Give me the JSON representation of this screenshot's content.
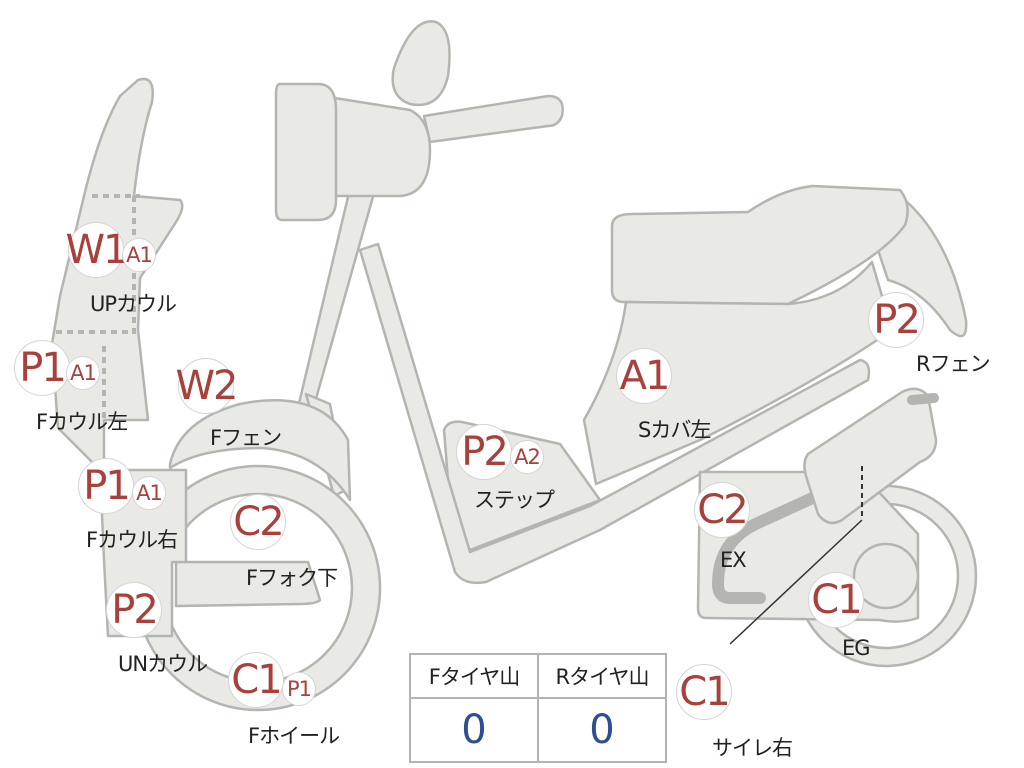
{
  "colors": {
    "badge_text": "#a8403c",
    "label_text": "#222222",
    "table_value": "#2d4f92",
    "part_fill": "#e9e9e6",
    "part_stroke": "#b4b4b0"
  },
  "parts": [
    {
      "id": "up-cowl",
      "label": "UPカウル",
      "codes": [
        "W1",
        "A1"
      ]
    },
    {
      "id": "f-cowl-left",
      "label": "Fカウル左",
      "codes": [
        "P1",
        "A1"
      ]
    },
    {
      "id": "f-cowl-right",
      "label": "Fカウル右",
      "codes": [
        "P1",
        "A1"
      ]
    },
    {
      "id": "un-cowl",
      "label": "UNカウル",
      "codes": [
        "P2"
      ]
    },
    {
      "id": "f-fender",
      "label": "Fフェン",
      "codes": [
        "W2"
      ]
    },
    {
      "id": "f-fork-lower",
      "label": "Fフォク下",
      "codes": [
        "C2"
      ]
    },
    {
      "id": "f-wheel",
      "label": "Fホイール",
      "codes": [
        "C1",
        "P1"
      ]
    },
    {
      "id": "step",
      "label": "ステップ",
      "codes": [
        "P2",
        "A2"
      ]
    },
    {
      "id": "side-cover-left",
      "label": "Sカバ左",
      "codes": [
        "A1"
      ]
    },
    {
      "id": "r-fender",
      "label": "Rフェン",
      "codes": [
        "P2"
      ]
    },
    {
      "id": "exhaust",
      "label": "EX",
      "codes": [
        "C2"
      ]
    },
    {
      "id": "engine",
      "label": "EG",
      "codes": [
        "C1"
      ]
    },
    {
      "id": "muffler-right",
      "label": "サイレ右",
      "codes": [
        "C1"
      ]
    }
  ],
  "tire_table": {
    "headers": [
      "Fタイヤ山",
      "Rタイヤ山"
    ],
    "values": [
      "0",
      "0"
    ]
  }
}
